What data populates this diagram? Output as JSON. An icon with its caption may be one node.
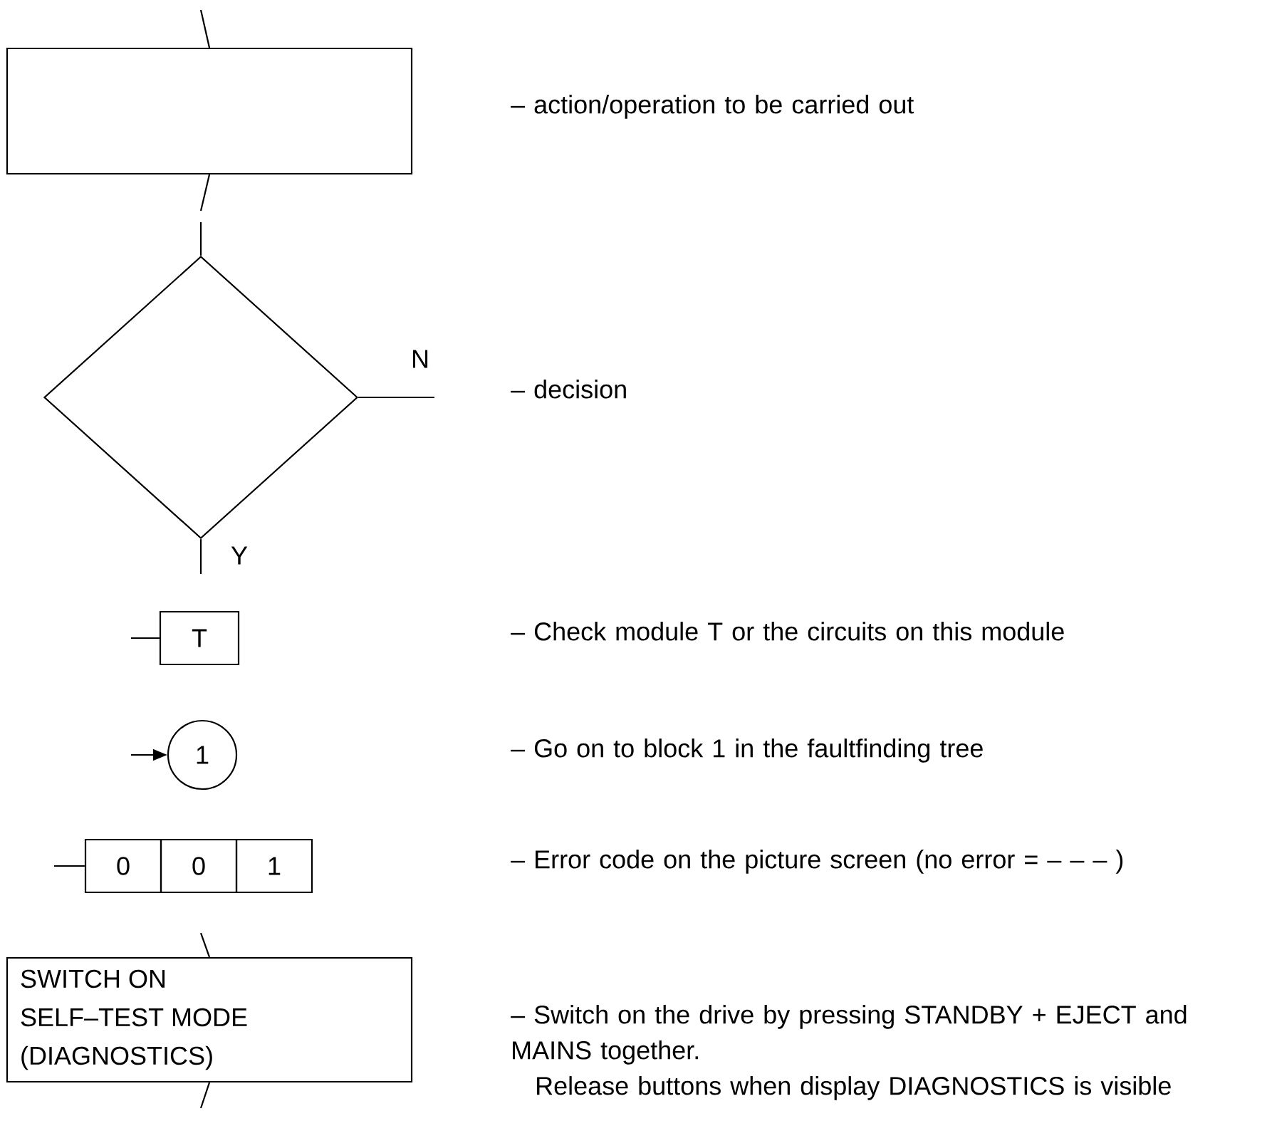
{
  "diagram": {
    "nodes": [
      {
        "text": [],
        "shape": "box"
      },
      {
        "text": [],
        "shape": "diamond"
      },
      {
        "text": [
          "T"
        ]
      },
      {
        "text": [
          "1"
        ]
      },
      {
        "text": [
          "0"
        ]
      },
      {
        "text": [
          "0"
        ]
      },
      {
        "text": [
          "1"
        ]
      },
      {
        "text": [
          "SWITCH ON SELF–TEST MODE (DIAGNOSTICS)"
        ]
      }
    ],
    "edges": [
      {
        "from": null,
        "to": 0,
        "arrow": "none"
      },
      {
        "from": 0,
        "to": null,
        "arrow": "none"
      },
      {
        "from": null,
        "to": 1,
        "arrow": "none"
      },
      {
        "from": 1,
        "to": null,
        "arrow": "none",
        "label": "N"
      },
      {
        "from": 1,
        "to": null,
        "arrow": "none",
        "label": "Y"
      },
      {
        "from": null,
        "to": 2,
        "arrow": "none"
      },
      {
        "from": null,
        "to": 3,
        "arrow": "to"
      },
      {
        "from": null,
        "to": 4,
        "arrow": "none"
      },
      {
        "from": null,
        "to": 7,
        "arrow": "none"
      },
      {
        "from": 7,
        "to": null,
        "arrow": "none"
      }
    ],
    "labels": [
      "– action/operation to be carried out",
      "– decision",
      "– Check module T or the circuits on this module",
      "– Go on to block 1 in the faultfinding tree",
      "– Error code on the picture screen (no error = – – – )",
      "– Switch on the drive by pressing STANDBY + EJECT and MAINS together.",
      "Release buttons when display DIAGNOSTICS is visible"
    ]
  }
}
